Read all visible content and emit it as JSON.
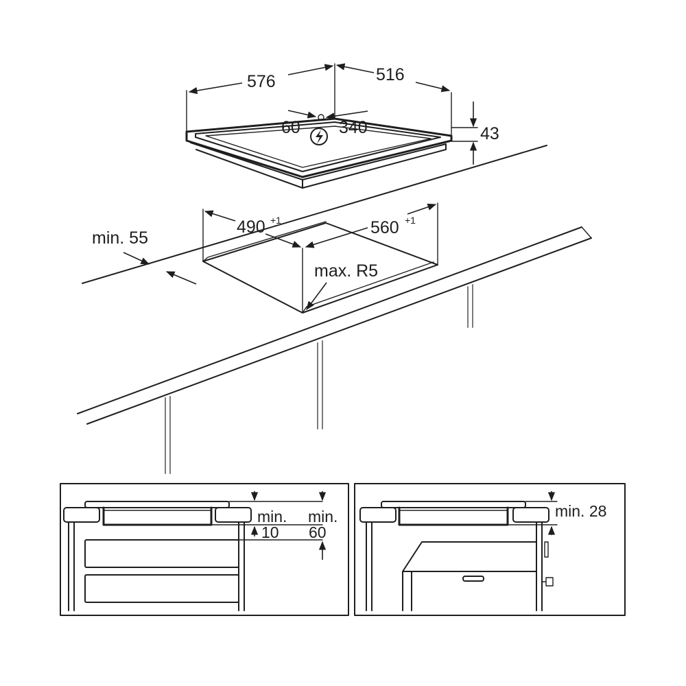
{
  "hob": {
    "width": "576",
    "depth": "516",
    "height": "43",
    "cable_left": "60",
    "cable_right": "340",
    "electric_symbol": "lightning-in-circle"
  },
  "cutout": {
    "width_value": "560",
    "width_tolerance": "+1",
    "depth_value": "490",
    "depth_tolerance": "+1",
    "edge_distance": "min. 55",
    "corner_radius": "max. R5"
  },
  "detail_left": {
    "min_label_a": "min.",
    "min_value_a": "10",
    "min_label_b": "min.",
    "min_value_b": "60"
  },
  "detail_right": {
    "clearance": "min. 28"
  }
}
